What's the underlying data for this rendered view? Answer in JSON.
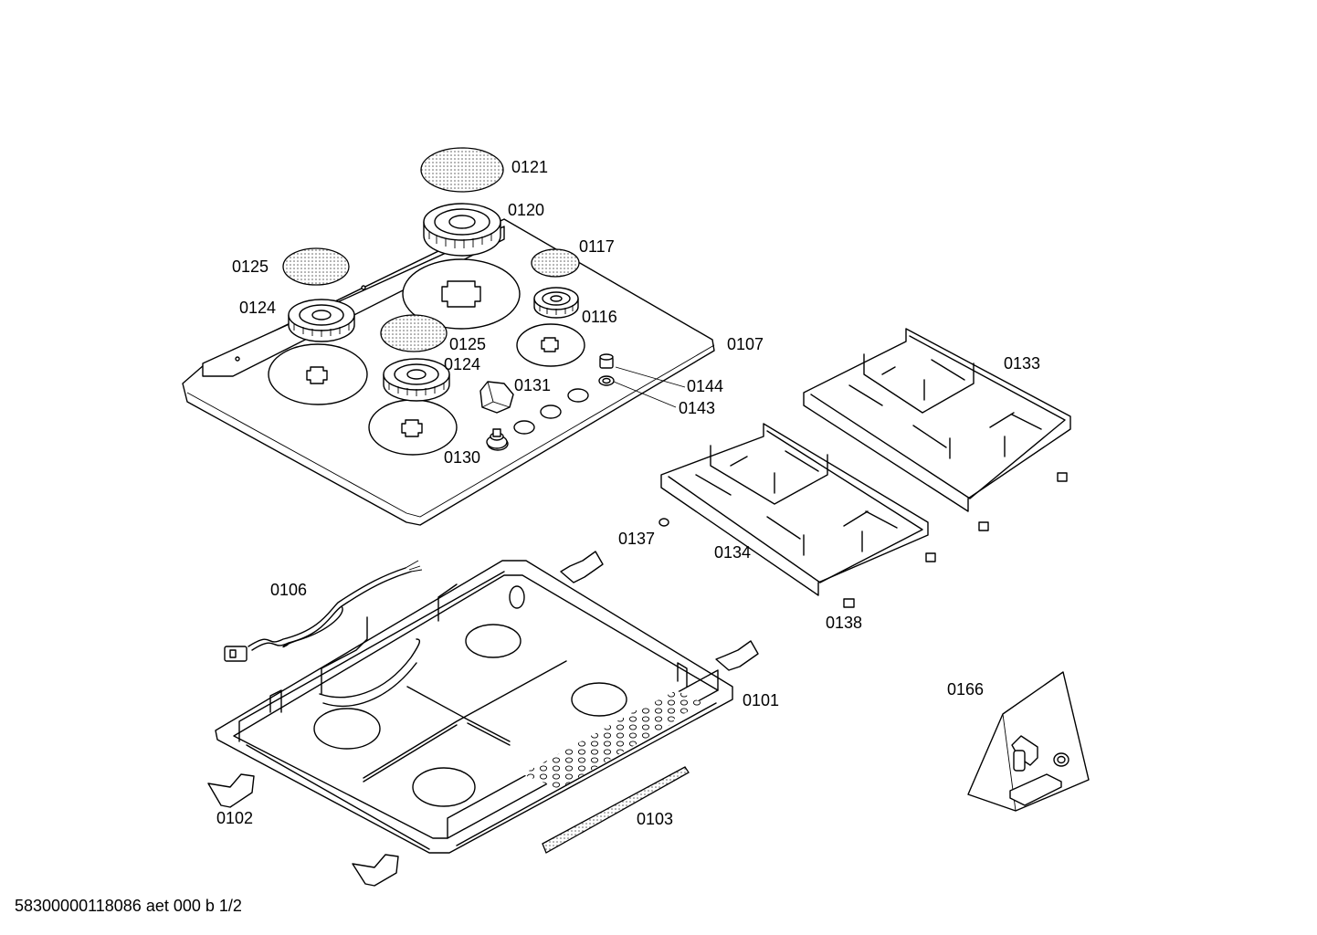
{
  "document_id": "58300000118086 aet 000 b 1/2",
  "parts": [
    {
      "id": "0121",
      "label": "0121"
    },
    {
      "id": "0120",
      "label": "0120"
    },
    {
      "id": "0117",
      "label": "0117"
    },
    {
      "id": "0125a",
      "label": "0125"
    },
    {
      "id": "0124a",
      "label": "0124"
    },
    {
      "id": "0116",
      "label": "0116"
    },
    {
      "id": "0125b",
      "label": "0125"
    },
    {
      "id": "0124b",
      "label": "0124"
    },
    {
      "id": "0107",
      "label": "0107"
    },
    {
      "id": "0131",
      "label": "0131"
    },
    {
      "id": "0144",
      "label": "0144"
    },
    {
      "id": "0143",
      "label": "0143"
    },
    {
      "id": "0130",
      "label": "0130"
    },
    {
      "id": "0133",
      "label": "0133"
    },
    {
      "id": "0137",
      "label": "0137"
    },
    {
      "id": "0134",
      "label": "0134"
    },
    {
      "id": "0138",
      "label": "0138"
    },
    {
      "id": "0106",
      "label": "0106"
    },
    {
      "id": "0101",
      "label": "0101"
    },
    {
      "id": "0166",
      "label": "0166"
    },
    {
      "id": "0102",
      "label": "0102"
    },
    {
      "id": "0103",
      "label": "0103"
    }
  ]
}
